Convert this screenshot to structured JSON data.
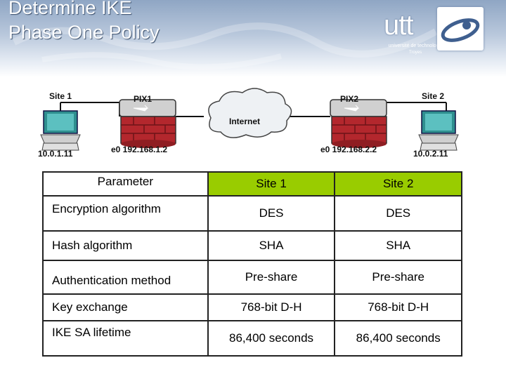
{
  "slide": {
    "title_line1": "Determine IKE",
    "title_line2": "Phase One Policy"
  },
  "logo": {
    "word": "utt",
    "subtitle": "université de technologie",
    "city": "Troyes"
  },
  "diagram": {
    "site1_label": "Site 1",
    "site2_label": "Site 2",
    "pix1_label": "PIX1",
    "pix2_label": "PIX2",
    "internet_label": "Internet",
    "site1_ip": "10.0.1.11",
    "site2_ip": "10.0.2.11",
    "pix1_if": "e0 192.168.1.2",
    "pix2_if": "e0 192.168.2.2"
  },
  "table": {
    "headers": [
      "Parameter",
      "Site 1",
      "Site 2"
    ],
    "rows": [
      [
        "Encryption algorithm",
        "DES",
        "DES"
      ],
      [
        "Hash algorithm",
        "SHA",
        "SHA"
      ],
      [
        "Authentication method",
        "Pre-share",
        "Pre-share"
      ],
      [
        "Key exchange",
        "768-bit D-H",
        "768-bit D-H"
      ],
      [
        "IKE SA lifetime",
        "86,400 seconds",
        "86,400 seconds"
      ]
    ]
  },
  "colors": {
    "header_green": "#99cc00",
    "firewall_red": "#b3272d",
    "pc_teal": "#2f8f8f"
  }
}
